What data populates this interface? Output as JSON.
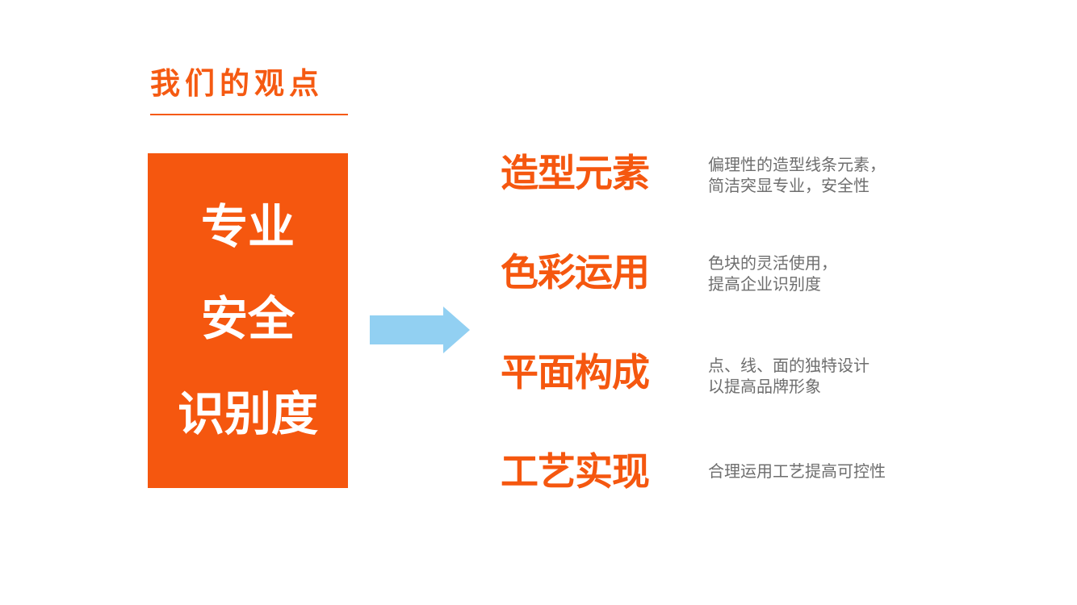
{
  "slide": {
    "title": "我们的观点",
    "accent_color": "#f5570f",
    "arrow_color": "#92d0f2",
    "box": {
      "lines": [
        "专业",
        "安全",
        "识别度"
      ]
    },
    "items": [
      {
        "heading": "造型元素",
        "desc": [
          "偏理性的造型线条元素，",
          "简洁突显专业，安全性"
        ]
      },
      {
        "heading": "色彩运用",
        "desc": [
          "色块的灵活使用，",
          "提高企业识别度"
        ]
      },
      {
        "heading": "平面构成",
        "desc": [
          "点、线、面的独特设计",
          "以提高品牌形象"
        ]
      },
      {
        "heading": "工艺实现",
        "desc": [
          "合理运用工艺提高可控性"
        ]
      }
    ]
  }
}
